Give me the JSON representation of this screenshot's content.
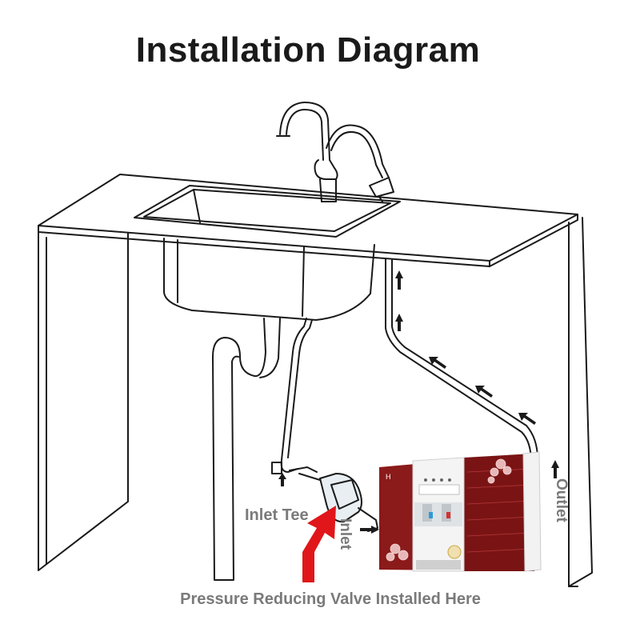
{
  "title": "Installation Diagram",
  "labels": {
    "inlet_tee": "Inlet Tee",
    "inlet": "Inlet",
    "outlet": "Outlet",
    "caption": "Pressure Reducing Valve Installed Here"
  },
  "colors": {
    "line": "#1a1a1a",
    "label_gray": "#7a7a7a",
    "purifier_red": "#8b1a1a",
    "arrow_red": "#e0161a"
  }
}
